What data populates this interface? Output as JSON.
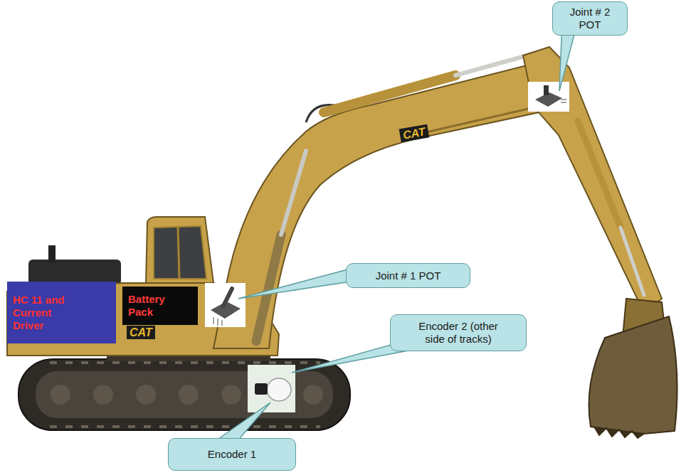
{
  "diagram": {
    "nodes": [
      {
        "text": [
          "Joint # 2 POT"
        ]
      },
      {
        "text": [
          "Joint # 1 POT"
        ]
      },
      {
        "text": [
          "HC 11 and Current Driver"
        ]
      },
      {
        "text": [
          "Battery Pack"
        ]
      },
      {
        "text": [
          "Encoder 2 (other side of tracks)"
        ]
      },
      {
        "text": [
          "Encoder 1"
        ]
      }
    ],
    "labels": [
      "CAT",
      "CAT"
    ]
  }
}
